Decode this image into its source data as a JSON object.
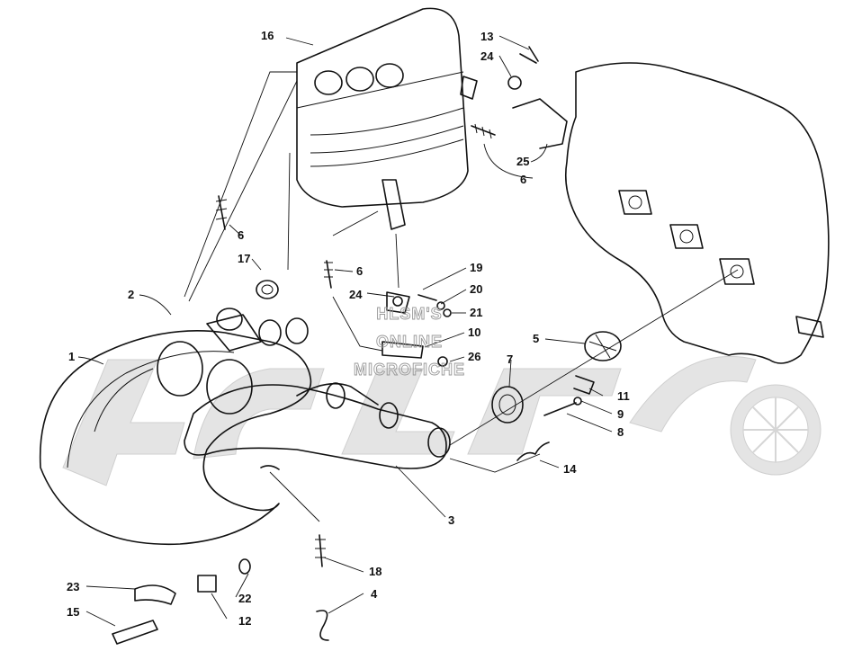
{
  "watermark": {
    "line1": "HLSM'S",
    "line2": "ONLINE",
    "line3": "MICROFICHE"
  },
  "callouts": [
    "1",
    "2",
    "3",
    "4",
    "5",
    "6",
    "6",
    "6",
    "7",
    "8",
    "9",
    "10",
    "11",
    "12",
    "13",
    "14",
    "15",
    "16",
    "17",
    "18",
    "19",
    "20",
    "21",
    "22",
    "23",
    "24",
    "24",
    "25",
    "26"
  ]
}
